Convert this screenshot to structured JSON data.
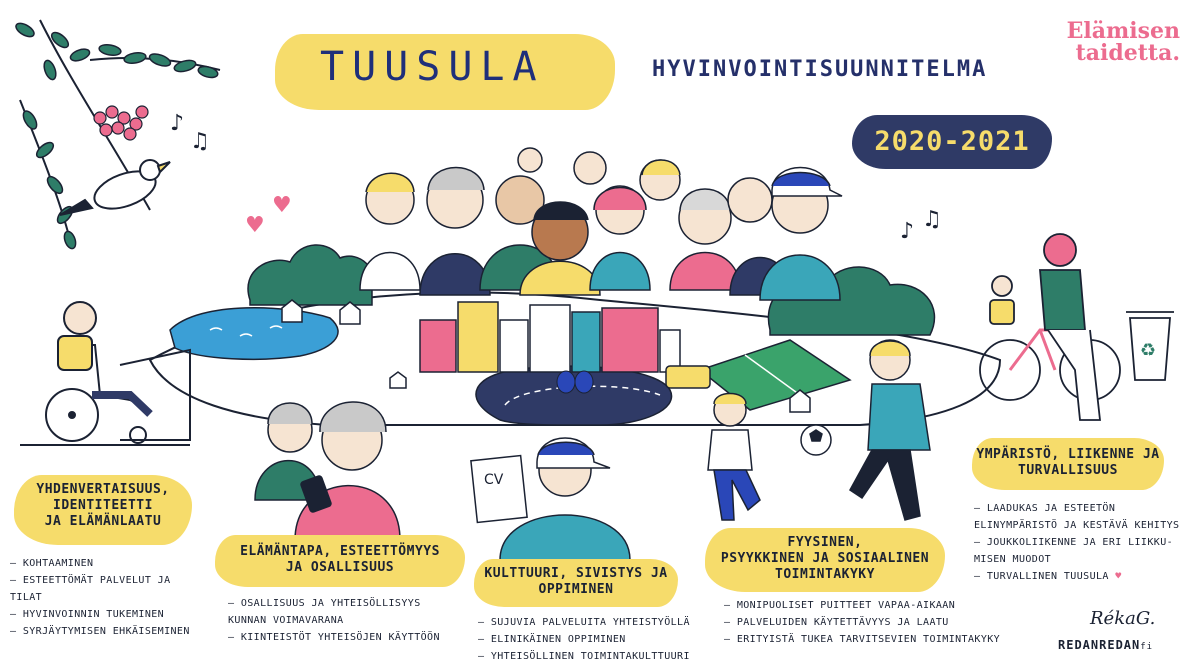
{
  "header": {
    "title": "TUUSULA",
    "subtitle": "HYVINVOINTISUUNNITELMA",
    "years": "2020-2021"
  },
  "brand": {
    "line1": "Elämisen",
    "line2": "taidetta."
  },
  "sections": [
    {
      "title_lines": [
        "YHDENVERTAISUUS,",
        "IDENTITEETTI",
        "JA ELÄMÄNLAATU"
      ],
      "items": [
        "– KOHTAAMINEN",
        "– ESTEETTÖMÄT PALVELUT JA",
        "TILAT",
        "– HYVINVOINNIN TUKEMINEN",
        "– SYRJÄYTYMISEN EHKÄISEMINEN"
      ]
    },
    {
      "title_lines": [
        "ELÄMÄNTAPA, ESTEETTÖMYYS",
        "JA OSALLISUUS"
      ],
      "items": [
        "– OSALLISUUS JA YHTEISÖLLISYYS",
        "KUNNAN VOIMAVARANA",
        "– KIINTEISTÖT YHTEISÖJEN KÄYTTÖÖN"
      ]
    },
    {
      "title_lines": [
        "KULTTUURI, SIVISTYS JA",
        "OPPIMINEN"
      ],
      "items": [
        "– SUJUVIA PALVELUITA YHTEISTYÖLLÄ",
        "– ELINIKÄINEN OPPIMINEN",
        "– YHTEISÖLLINEN TOIMINTAKULTTUURI"
      ]
    },
    {
      "title_lines": [
        "FYYSINEN,",
        "PSYYKKINEN JA SOSIAALINEN",
        "TOIMINTAKYKY"
      ],
      "items": [
        "– MONIPUOLISET PUITTEET VAPAA-AIKAAN",
        "– PALVELUIDEN KÄYTETTÄVYYS JA LAATU",
        "– ERITYISTÄ TUKEA TARVITSEVIEN TOIMINTAKYKY"
      ]
    },
    {
      "title_lines": [
        "YMPÄRISTÖ, LIIKENNE JA",
        "TURVALLISUUS"
      ],
      "items": [
        "– LAADUKAS JA ESTEETÖN",
        "ELINYMPÄRISTÖ JA KESTÄVÄ KEHITYS",
        "– JOUKKOLIIKENNE JA ERI LIIKKU-",
        "MISEN MUODOT",
        "– TURVALLINEN TUUSULA"
      ]
    }
  ],
  "illustration": {
    "cv_card_text": "CV"
  },
  "signature": {
    "artist": "RékaG.",
    "studio": "REDANREDAN",
    "studio_suffix": "fi"
  },
  "colors": {
    "yellow": "#f6dc6b",
    "navy": "#2f3a66",
    "pink": "#ec6c8f",
    "green": "#2e7d68",
    "teal": "#3aa6b9",
    "lake": "#3b9fd6"
  }
}
